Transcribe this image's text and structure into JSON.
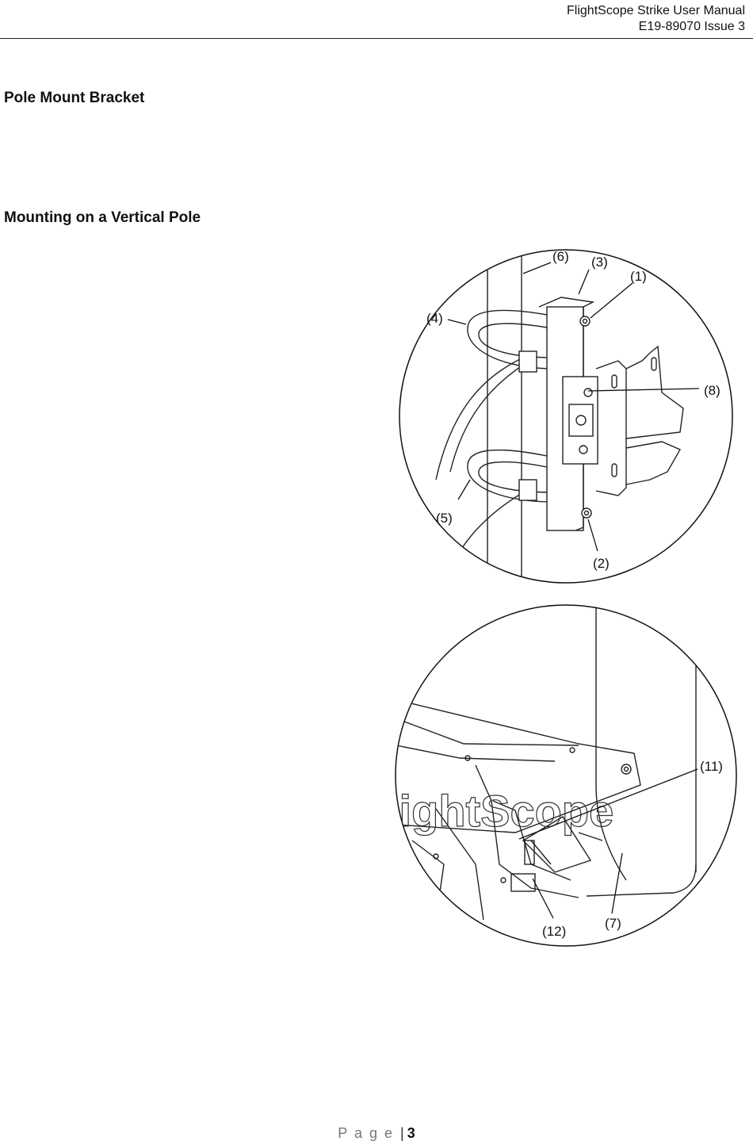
{
  "header": {
    "line1": "FlightScope Strike User Manual",
    "line2": "E19-89070  Issue 3"
  },
  "sections": {
    "pole_mount": "Pole Mount Bracket",
    "vertical_pole": "Mounting on a Vertical Pole"
  },
  "figure1": {
    "callouts": [
      "(6)",
      "(3)",
      "(1)",
      "(4)",
      "(8)",
      "(5)",
      "(2)"
    ]
  },
  "figure2": {
    "watermark": "lightScope",
    "callouts": [
      "(11)",
      "(12)",
      "(7)"
    ]
  },
  "footer": {
    "page_word": "P a g e",
    "separator": "|",
    "page_number": "3"
  }
}
